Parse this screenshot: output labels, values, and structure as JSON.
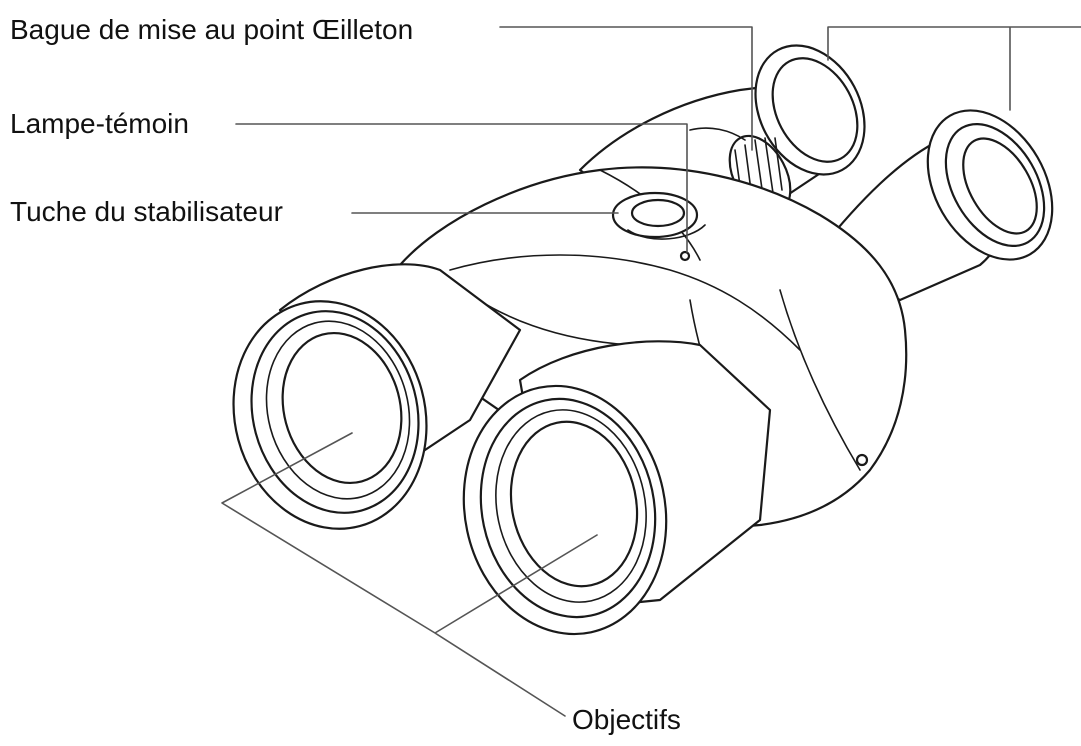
{
  "labels": {
    "focus_ring": "Bague de mise au point",
    "eyecup": "Œilleton",
    "indicator_lamp": "Lampe-témoin",
    "stabilizer_button": "Tuche du stabilisateur",
    "objectives": "Objectifs"
  },
  "colors": {
    "line": "#1a1a1a",
    "leader": "#555555",
    "background": "#ffffff"
  }
}
